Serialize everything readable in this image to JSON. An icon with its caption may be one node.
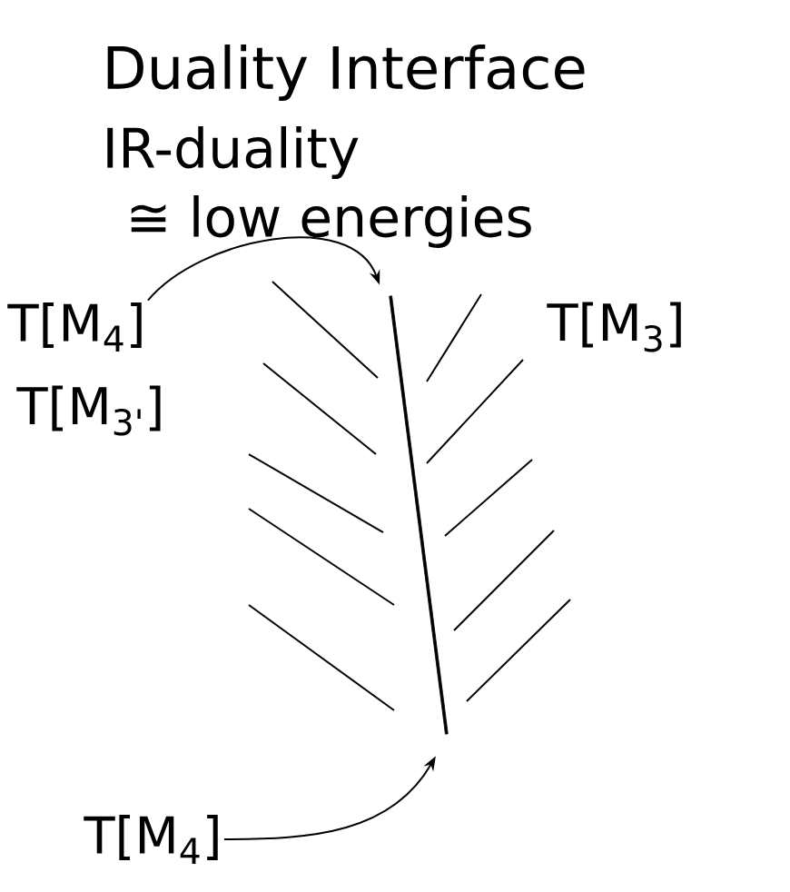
{
  "diagram": {
    "title": "Duality Interface",
    "nodes": [
      {
        "text": [
          "T[M$_{4}$]"
        ]
      },
      {
        "text": [],
        "shape": "bar"
      },
      {
        "text": [
          "T[M$_{4}$]"
        ]
      }
    ],
    "edges": [
      {
        "from": 0,
        "to": 1,
        "arrow": "to"
      },
      {
        "from": 2,
        "to": 1,
        "arrow": "to"
      }
    ],
    "labels": [
      "IR-duality",
      "≅ low energies",
      "T[M$_{3'}$]",
      "T[M$_{3}$]"
    ]
  }
}
